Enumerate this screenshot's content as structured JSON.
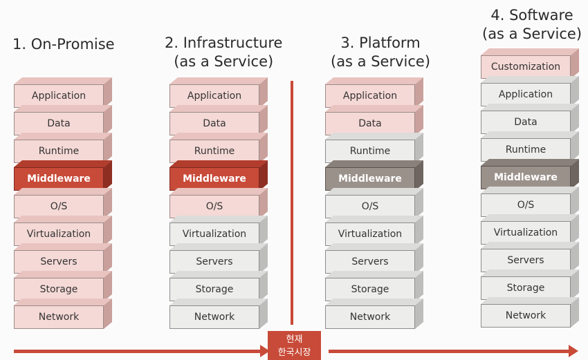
{
  "columns": [
    {
      "title_line1": "1. On-Promise",
      "title_line2": "",
      "layers": [
        {
          "label": "Application",
          "style": "pink"
        },
        {
          "label": "Data",
          "style": "pink"
        },
        {
          "label": "Runtime",
          "style": "pink"
        },
        {
          "label": "Middleware",
          "style": "red"
        },
        {
          "label": "O/S",
          "style": "pink"
        },
        {
          "label": "Virtualization",
          "style": "pink"
        },
        {
          "label": "Servers",
          "style": "pink"
        },
        {
          "label": "Storage",
          "style": "pink"
        },
        {
          "label": "Network",
          "style": "pink"
        }
      ]
    },
    {
      "title_line1": "2. Infrastructure",
      "title_line2": "(as a Service)",
      "layers": [
        {
          "label": "Application",
          "style": "pink"
        },
        {
          "label": "Data",
          "style": "pink"
        },
        {
          "label": "Runtime",
          "style": "pink"
        },
        {
          "label": "Middleware",
          "style": "red"
        },
        {
          "label": "O/S",
          "style": "pink"
        },
        {
          "label": "Virtualization",
          "style": "grey"
        },
        {
          "label": "Servers",
          "style": "grey"
        },
        {
          "label": "Storage",
          "style": "grey"
        },
        {
          "label": "Network",
          "style": "grey"
        }
      ]
    },
    {
      "title_line1": "3. Platform",
      "title_line2": "(as a Service)",
      "layers": [
        {
          "label": "Application",
          "style": "pink"
        },
        {
          "label": "Data",
          "style": "pink"
        },
        {
          "label": "Runtime",
          "style": "grey"
        },
        {
          "label": "Middleware",
          "style": "brown"
        },
        {
          "label": "O/S",
          "style": "grey"
        },
        {
          "label": "Virtualization",
          "style": "grey"
        },
        {
          "label": "Servers",
          "style": "grey"
        },
        {
          "label": "Storage",
          "style": "grey"
        },
        {
          "label": "Network",
          "style": "grey"
        }
      ]
    },
    {
      "title_line1": "4. Software",
      "title_line2": "(as a Service)",
      "layers": [
        {
          "label": "Customization",
          "style": "pink"
        },
        {
          "label": "Application",
          "style": "grey"
        },
        {
          "label": "Data",
          "style": "grey"
        },
        {
          "label": "Runtime",
          "style": "grey"
        },
        {
          "label": "Middleware",
          "style": "brown"
        },
        {
          "label": "O/S",
          "style": "grey"
        },
        {
          "label": "Virtualization",
          "style": "grey"
        },
        {
          "label": "Servers",
          "style": "grey"
        },
        {
          "label": "Storage",
          "style": "grey"
        },
        {
          "label": "Network",
          "style": "grey"
        }
      ]
    }
  ],
  "now_badge": {
    "line1": "현재",
    "line2": "한국시장"
  },
  "colors": {
    "accent": "#c84a38",
    "pink": "#f5d9d6",
    "grey": "#ededec",
    "brown": "#9b918b"
  }
}
